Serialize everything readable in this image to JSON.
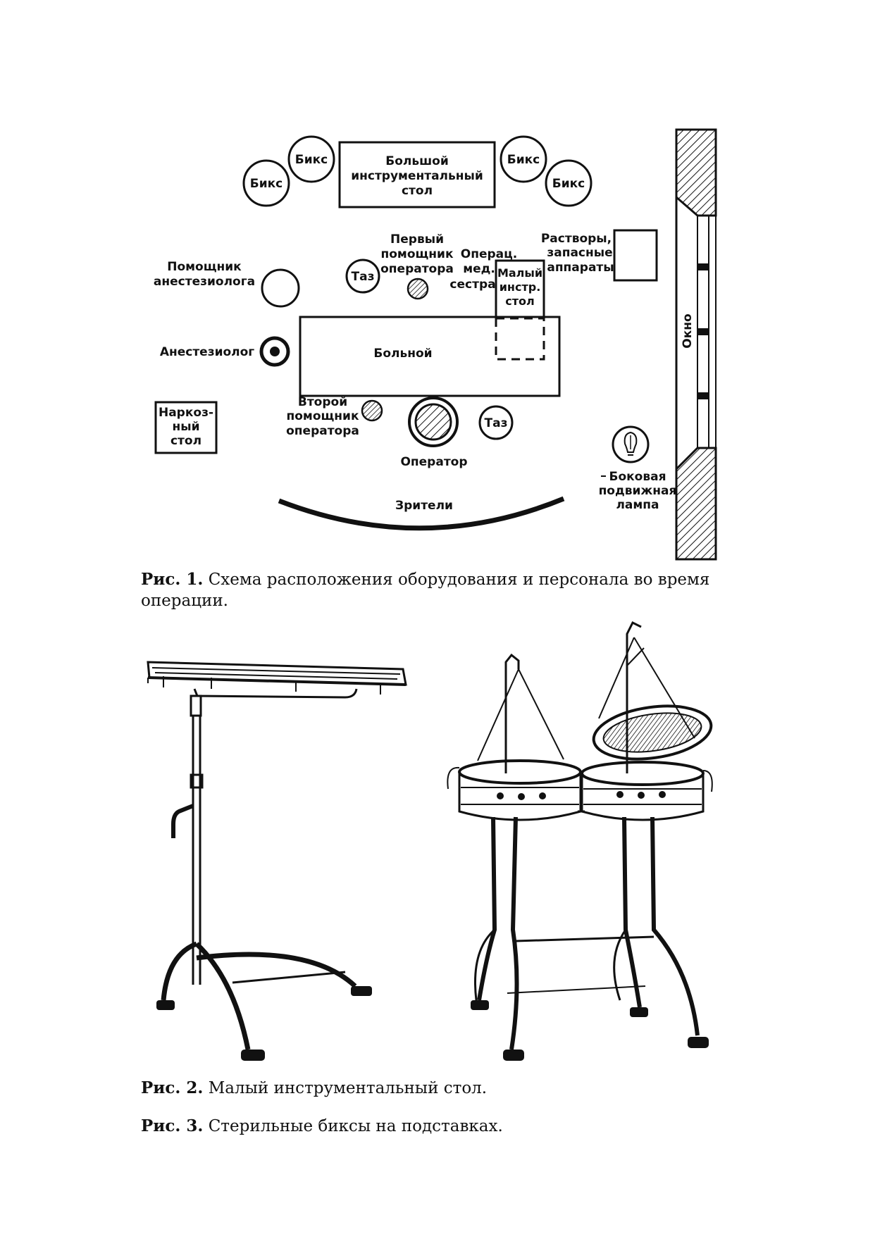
{
  "diagram": {
    "biks": "Бикс",
    "big_table": [
      "Большой",
      "инструментальный",
      "стол"
    ],
    "first_assistant": [
      "Первый",
      "помощник",
      "оператора"
    ],
    "nurse": [
      "Операц.",
      "мед.",
      "сестра"
    ],
    "solutions": [
      "Растворы,",
      "запасные",
      "аппараты"
    ],
    "anesth_assistant": [
      "Помощник",
      "анестезиолога"
    ],
    "basin": "Таз",
    "small_table": [
      "Малый",
      "инстр.",
      "стол"
    ],
    "anesthesiologist": "Анестезиолог",
    "patient": "Больной",
    "window": "Окно",
    "narcosis_table": [
      "Наркоз-",
      "ный",
      "стол"
    ],
    "second_assistant": [
      "Второй",
      "помощник",
      "оператора"
    ],
    "operator": "Оператор",
    "side_lamp": [
      "Боковая",
      "подвижная",
      "лампа"
    ],
    "spectators": "Зрители"
  },
  "captions": {
    "fig1_num": "Рис. 1.",
    "fig1_text": "Схема расположения оборудования и персонала во время операции.",
    "fig2_num": "Рис. 2.",
    "fig2_text": "Малый инструментальный стол.",
    "fig3_num": "Рис. 3.",
    "fig3_text": "Стерильные биксы на подставках."
  }
}
